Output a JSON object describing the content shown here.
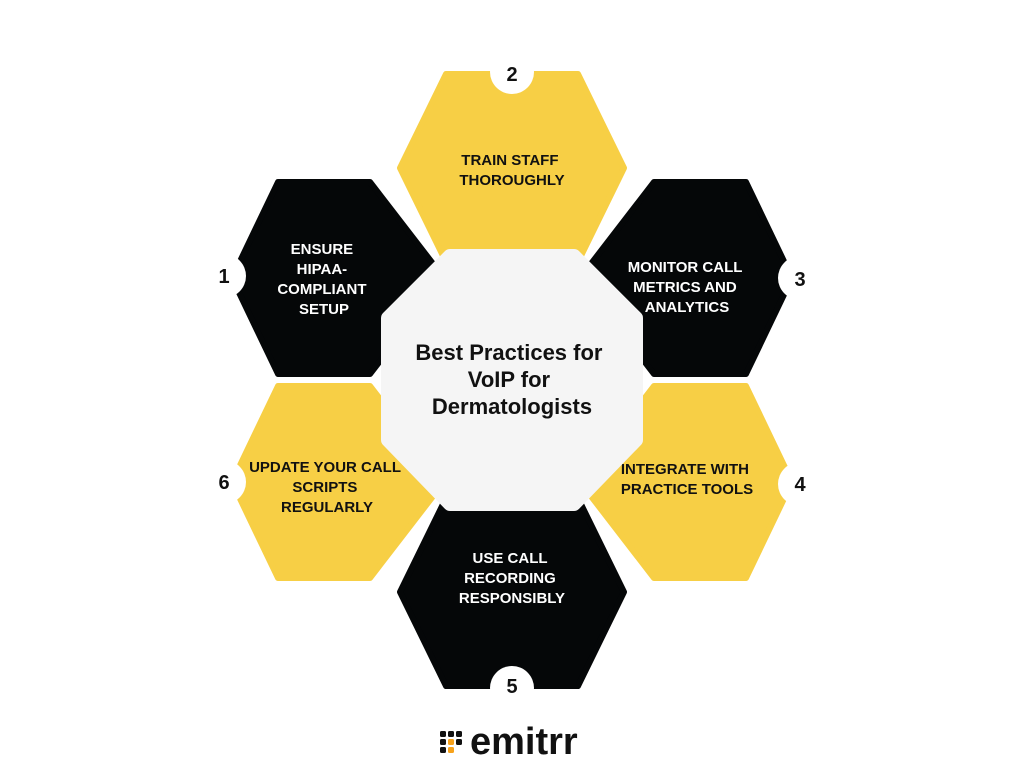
{
  "title": "Best Practices for VoIP for Dermatologists",
  "title_lines": [
    "Best Practices for",
    "VoIP for",
    "Dermatologists"
  ],
  "colors": {
    "yellow": "#F7CF45",
    "black": "#050708",
    "center": "#F5F5F5",
    "brand_orange": "#F7A21B"
  },
  "steps": [
    {
      "number": "1",
      "lines": [
        "ENSURE",
        "HIPAA-",
        "COMPLIANT",
        "SETUP"
      ],
      "color": "black"
    },
    {
      "number": "2",
      "lines": [
        "TRAIN STAFF",
        "THOROUGHLY"
      ],
      "color": "yellow"
    },
    {
      "number": "3",
      "lines": [
        "MONITOR CALL",
        "METRICS AND",
        "ANALYTICS"
      ],
      "color": "black"
    },
    {
      "number": "4",
      "lines": [
        "INTEGRATE WITH",
        "PRACTICE TOOLS"
      ],
      "color": "yellow"
    },
    {
      "number": "5",
      "lines": [
        "USE CALL",
        "RECORDING",
        "RESPONSIBLY"
      ],
      "color": "black"
    },
    {
      "number": "6",
      "lines": [
        "UPDATE YOUR CALL",
        "SCRIPTS",
        "REGULARLY"
      ],
      "color": "yellow"
    }
  ],
  "brand": {
    "name": "emitrr",
    "icon": "dot-grid-logo-icon"
  }
}
